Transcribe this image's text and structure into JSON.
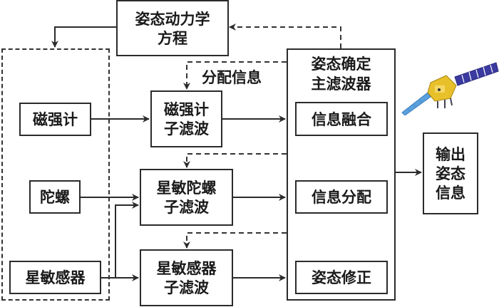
{
  "diagram": {
    "dynamics": {
      "line1": "姿态动力学",
      "line2": "方程"
    },
    "sensors": {
      "magnetometer": "磁强计",
      "gyro": "陀螺",
      "star_sensor": "星敏感器"
    },
    "subfilters": {
      "magnetometer": {
        "line1": "磁强计",
        "line2": "子滤波"
      },
      "star_gyro": {
        "line1": "星敏陀螺",
        "line2": "子滤波"
      },
      "star_sensor": {
        "line1": "星敏感器",
        "line2": "子滤波"
      }
    },
    "distribution_label": "分配信息",
    "main_filter": {
      "line1": "姿态确定",
      "line2": "主滤波器",
      "fusion": "信息融合",
      "distribution": "信息分配",
      "correction": "姿态修正"
    },
    "output": {
      "line1": "输出",
      "line2": "姿态",
      "line3": "信息"
    },
    "illustration": "satellite-icon",
    "colors": {
      "stroke": "#2b2b2b",
      "panel_light": "#5aa0dc",
      "panel_dark": "#3a3aa0",
      "body": "#e8c02a"
    }
  }
}
